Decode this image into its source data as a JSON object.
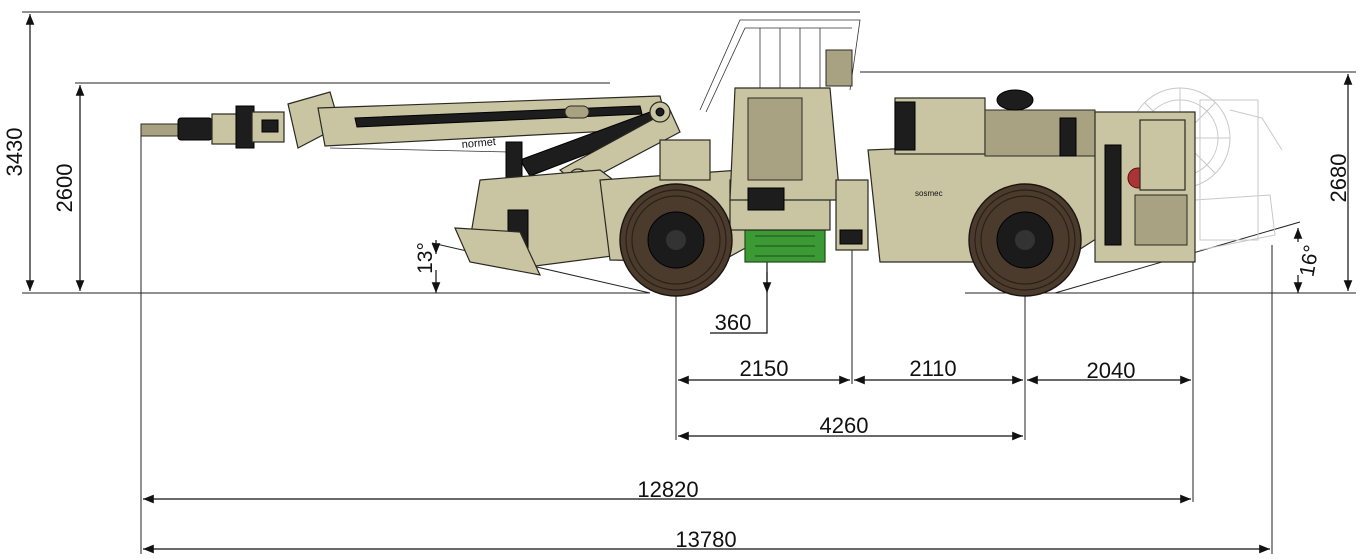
{
  "drawing": {
    "dimensions": {
      "overall_height": "3430",
      "boom_height": "2600",
      "rear_height": "2680",
      "front_angle": "13°",
      "rear_angle": "16°",
      "ground_clearance": "360",
      "front_overhang": "2150",
      "wheelbase_half": "2110",
      "rear_overhang": "2040",
      "wheelbase": "4260",
      "length_transport": "12820",
      "length_total": "13780"
    },
    "branding": {
      "boom_logo": "normet",
      "body_logo": "sosmec"
    },
    "colors": {
      "machine_body": "#c9c4a2",
      "tire": "#4a3b2c",
      "battery_box": "#3c9a34",
      "lines": "#111111"
    }
  }
}
